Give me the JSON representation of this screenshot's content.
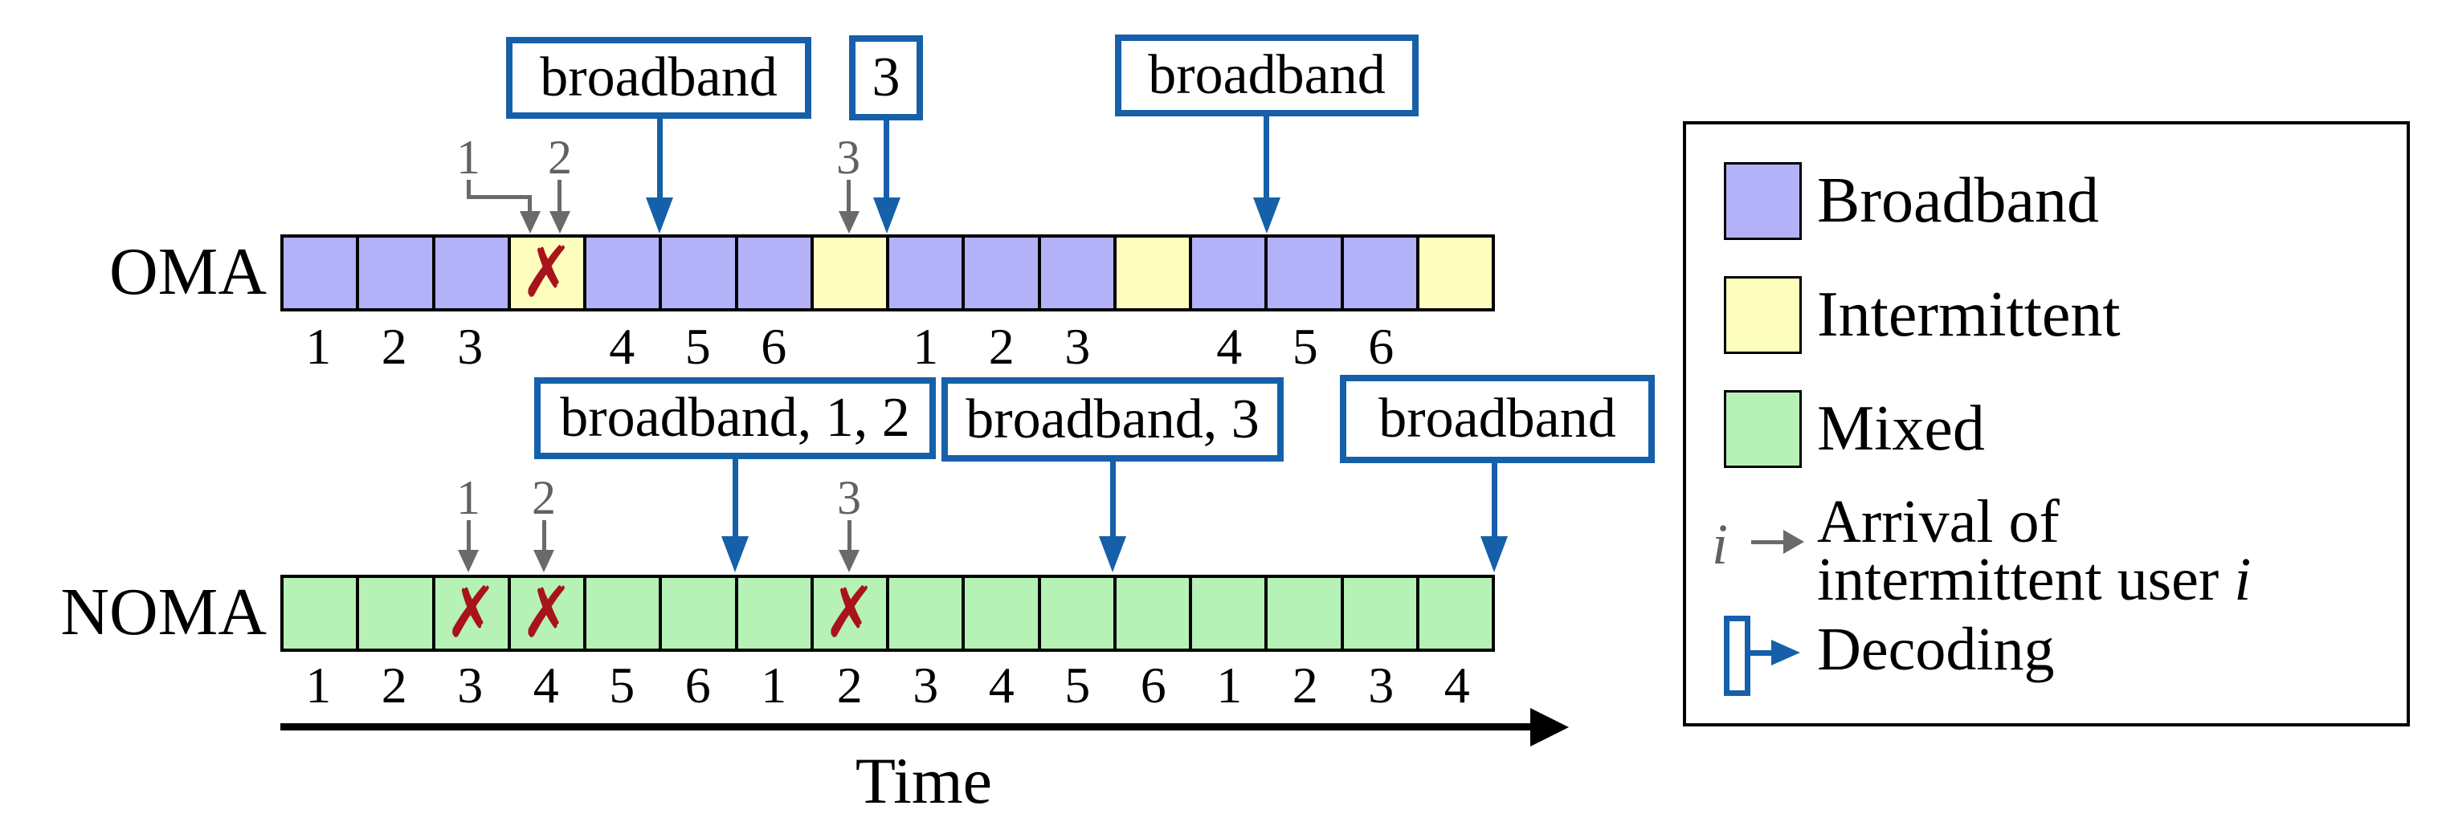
{
  "colors": {
    "broadband": "#b3b1f7",
    "intermittent": "#fdfdbe",
    "mixed": "#b6f2b6",
    "accent_blue": "#1660aa",
    "fail_red": "#a81419",
    "arrival_gray": "#616161"
  },
  "fail_glyph": "✗",
  "oma": {
    "label": "OMA",
    "cells": [
      {
        "type": "broadband",
        "label": "1"
      },
      {
        "type": "broadband",
        "label": "2"
      },
      {
        "type": "broadband",
        "label": "3"
      },
      {
        "type": "intermittent",
        "label": "",
        "failed": true
      },
      {
        "type": "broadband",
        "label": "4"
      },
      {
        "type": "broadband",
        "label": "5"
      },
      {
        "type": "broadband",
        "label": "6"
      },
      {
        "type": "intermittent",
        "label": ""
      },
      {
        "type": "broadband",
        "label": "1"
      },
      {
        "type": "broadband",
        "label": "2"
      },
      {
        "type": "broadband",
        "label": "3"
      },
      {
        "type": "intermittent",
        "label": ""
      },
      {
        "type": "broadband",
        "label": "4"
      },
      {
        "type": "broadband",
        "label": "5"
      },
      {
        "type": "broadband",
        "label": "6"
      },
      {
        "type": "intermittent",
        "label": ""
      }
    ],
    "arrivals": [
      {
        "user": "1"
      },
      {
        "user": "2"
      },
      {
        "user": "3"
      }
    ],
    "callouts": [
      {
        "text": "broadband"
      },
      {
        "text": "3"
      },
      {
        "text": "broadband"
      }
    ]
  },
  "noma": {
    "label": "NOMA",
    "cells": [
      {
        "type": "mixed",
        "label": "1"
      },
      {
        "type": "mixed",
        "label": "2"
      },
      {
        "type": "mixed",
        "label": "3",
        "failed": true
      },
      {
        "type": "mixed",
        "label": "4",
        "failed": true
      },
      {
        "type": "mixed",
        "label": "5"
      },
      {
        "type": "mixed",
        "label": "6"
      },
      {
        "type": "mixed",
        "label": "1"
      },
      {
        "type": "mixed",
        "label": "2",
        "failed": true
      },
      {
        "type": "mixed",
        "label": "3"
      },
      {
        "type": "mixed",
        "label": "4"
      },
      {
        "type": "mixed",
        "label": "5"
      },
      {
        "type": "mixed",
        "label": "6"
      },
      {
        "type": "mixed",
        "label": "1"
      },
      {
        "type": "mixed",
        "label": "2"
      },
      {
        "type": "mixed",
        "label": "3"
      },
      {
        "type": "mixed",
        "label": "4"
      }
    ],
    "arrivals": [
      {
        "user": "1"
      },
      {
        "user": "2"
      },
      {
        "user": "3"
      }
    ],
    "callouts": [
      {
        "text": "broadband, 1, 2"
      },
      {
        "text": "broadband, 3"
      },
      {
        "text": "broadband"
      }
    ]
  },
  "axis": {
    "label": "Time"
  },
  "legend": {
    "items": [
      {
        "key": "broadband",
        "label": "Broadband"
      },
      {
        "key": "intermittent",
        "label": "Intermittent"
      },
      {
        "key": "mixed",
        "label": "Mixed"
      }
    ],
    "arrival": {
      "symbol": "i",
      "line1": "Arrival of",
      "line2": "intermittent user",
      "line2_var": "i"
    },
    "decoding": {
      "label": "Decoding"
    }
  }
}
